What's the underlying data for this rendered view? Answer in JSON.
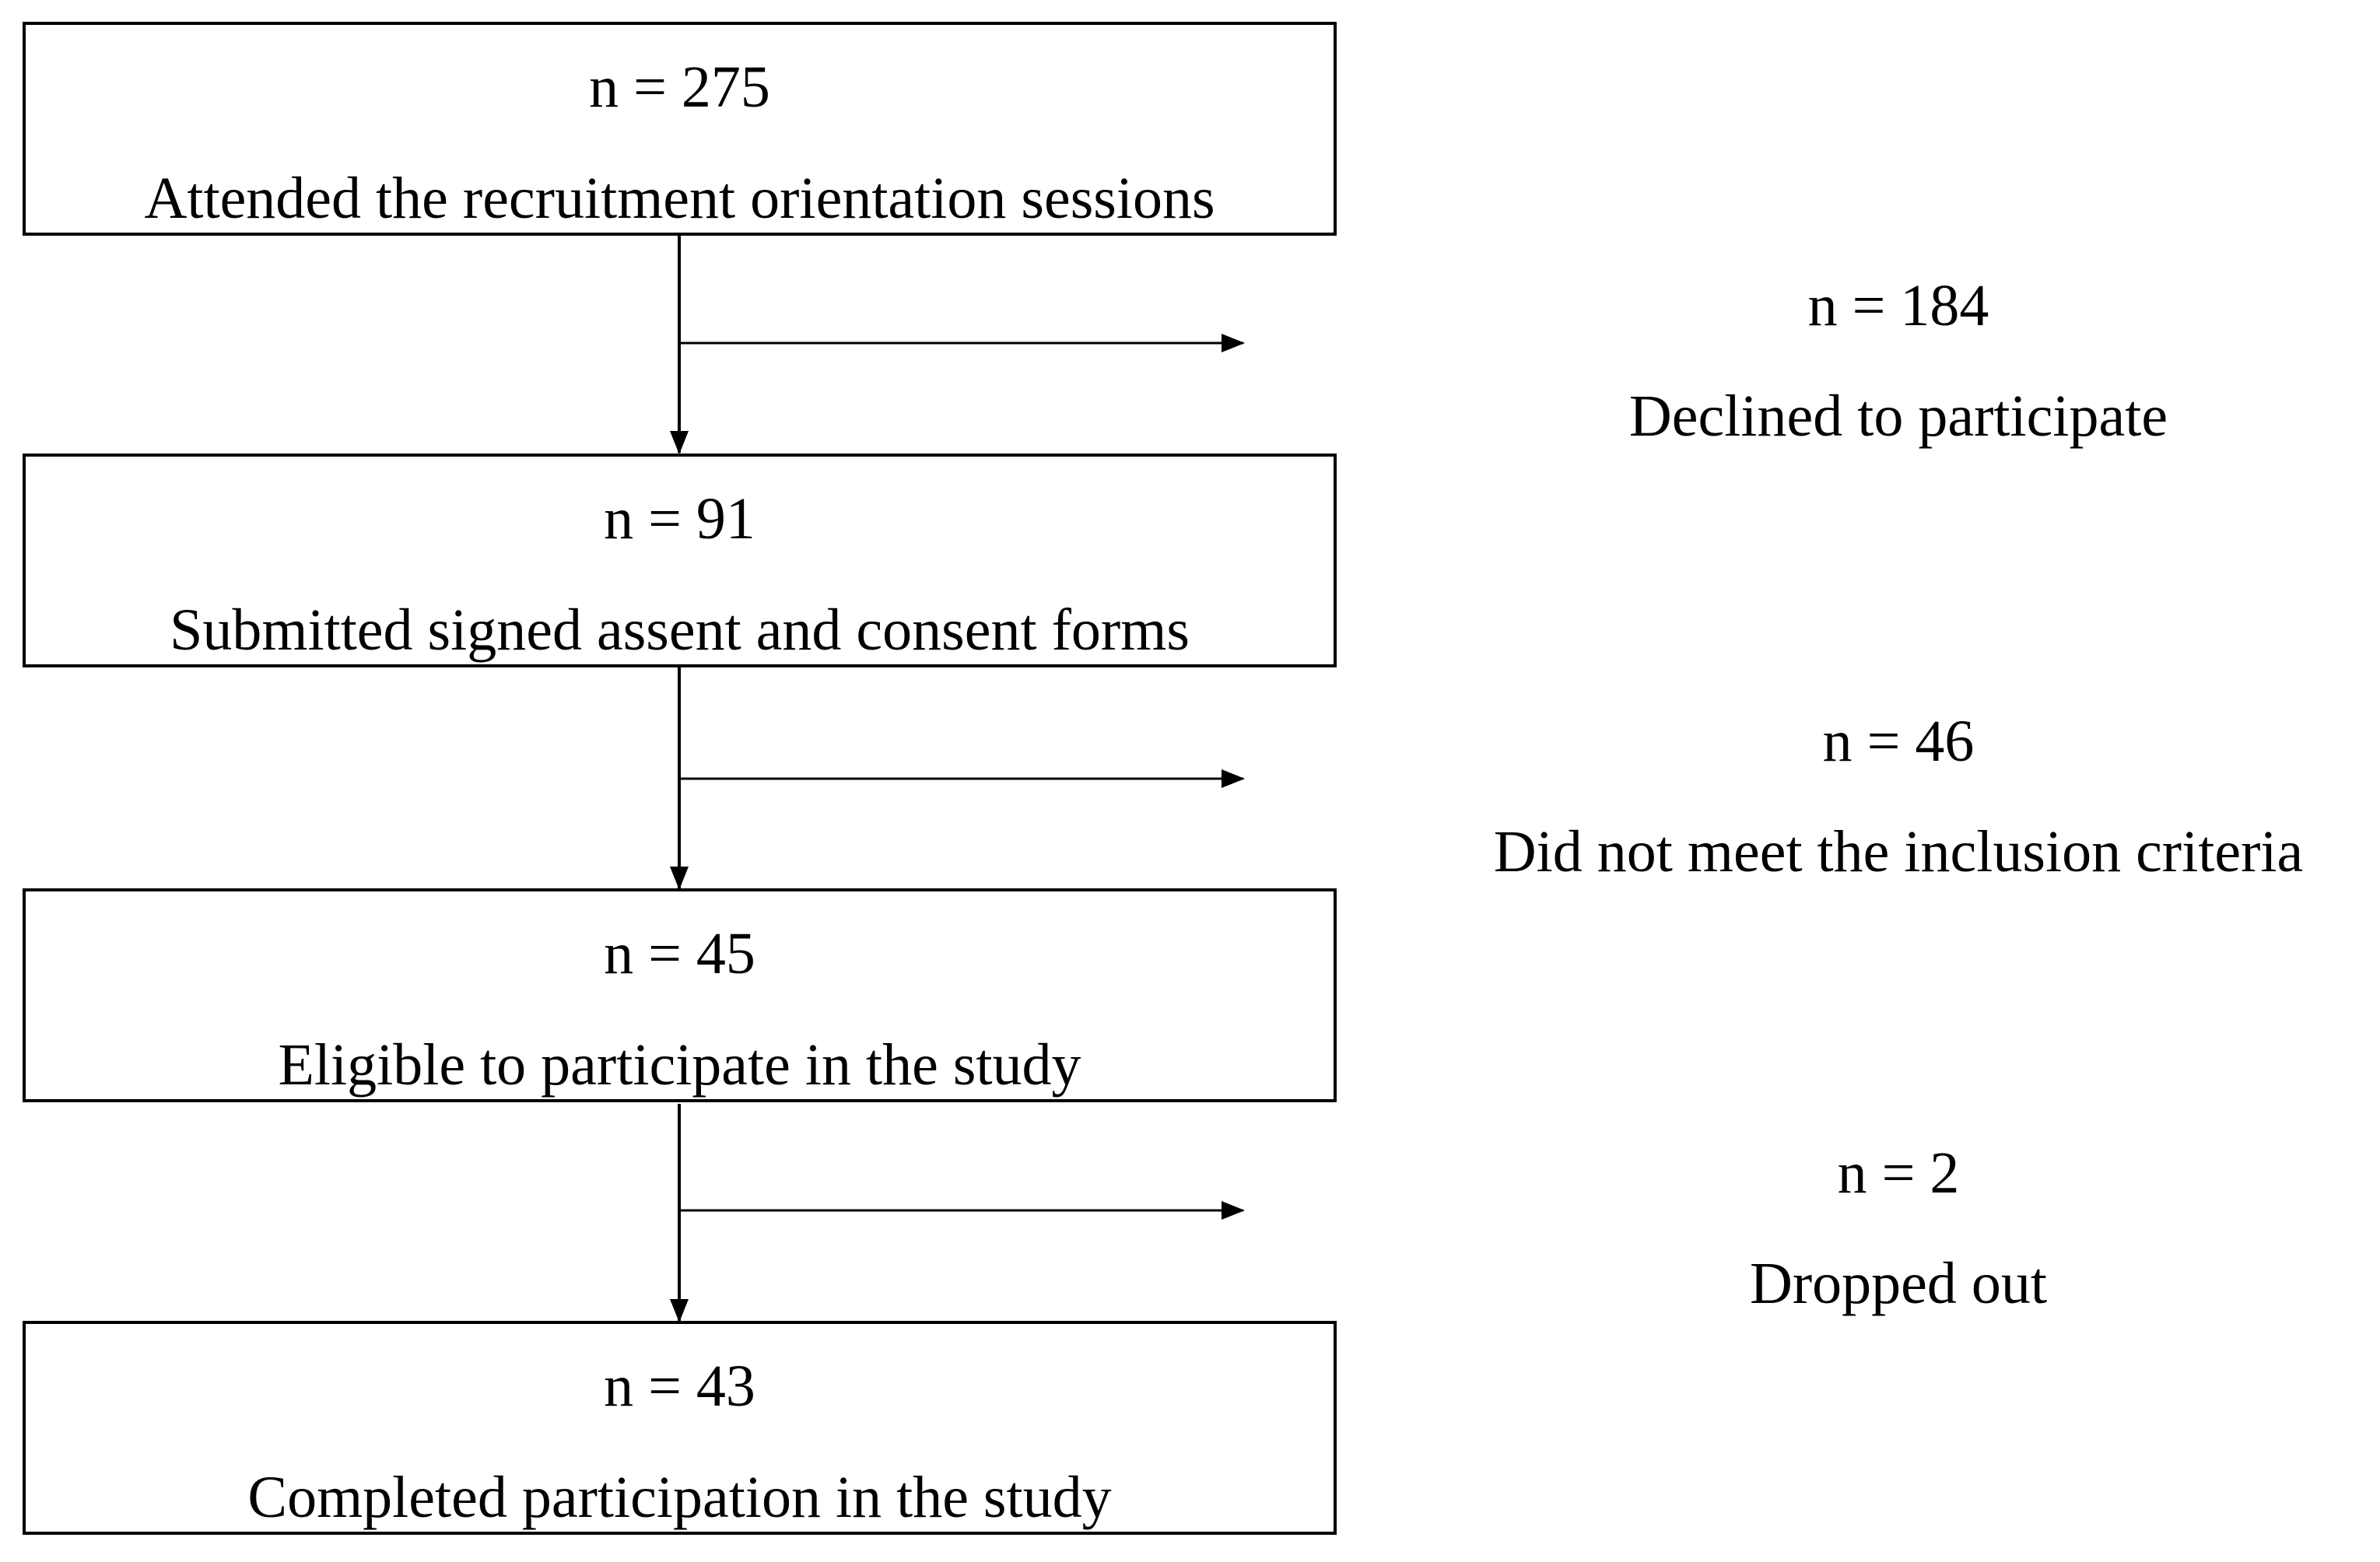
{
  "flow": {
    "stages": [
      {
        "count": "n = 275",
        "label": "Attended the recruitment orientation sessions"
      },
      {
        "count": "n = 91",
        "label": "Submitted signed assent and consent forms"
      },
      {
        "count": "n = 45",
        "label": "Eligible to participate in the study"
      },
      {
        "count": "n = 43",
        "label": "Completed participation in the study"
      }
    ],
    "exclusions": [
      {
        "count": "n = 184",
        "label": "Declined to participate"
      },
      {
        "count": "n = 46",
        "label": "Did not meet the inclusion criteria"
      },
      {
        "count": "n = 2",
        "label": "Dropped out"
      }
    ]
  },
  "colors": {
    "stroke": "#000000",
    "background": "#ffffff"
  }
}
